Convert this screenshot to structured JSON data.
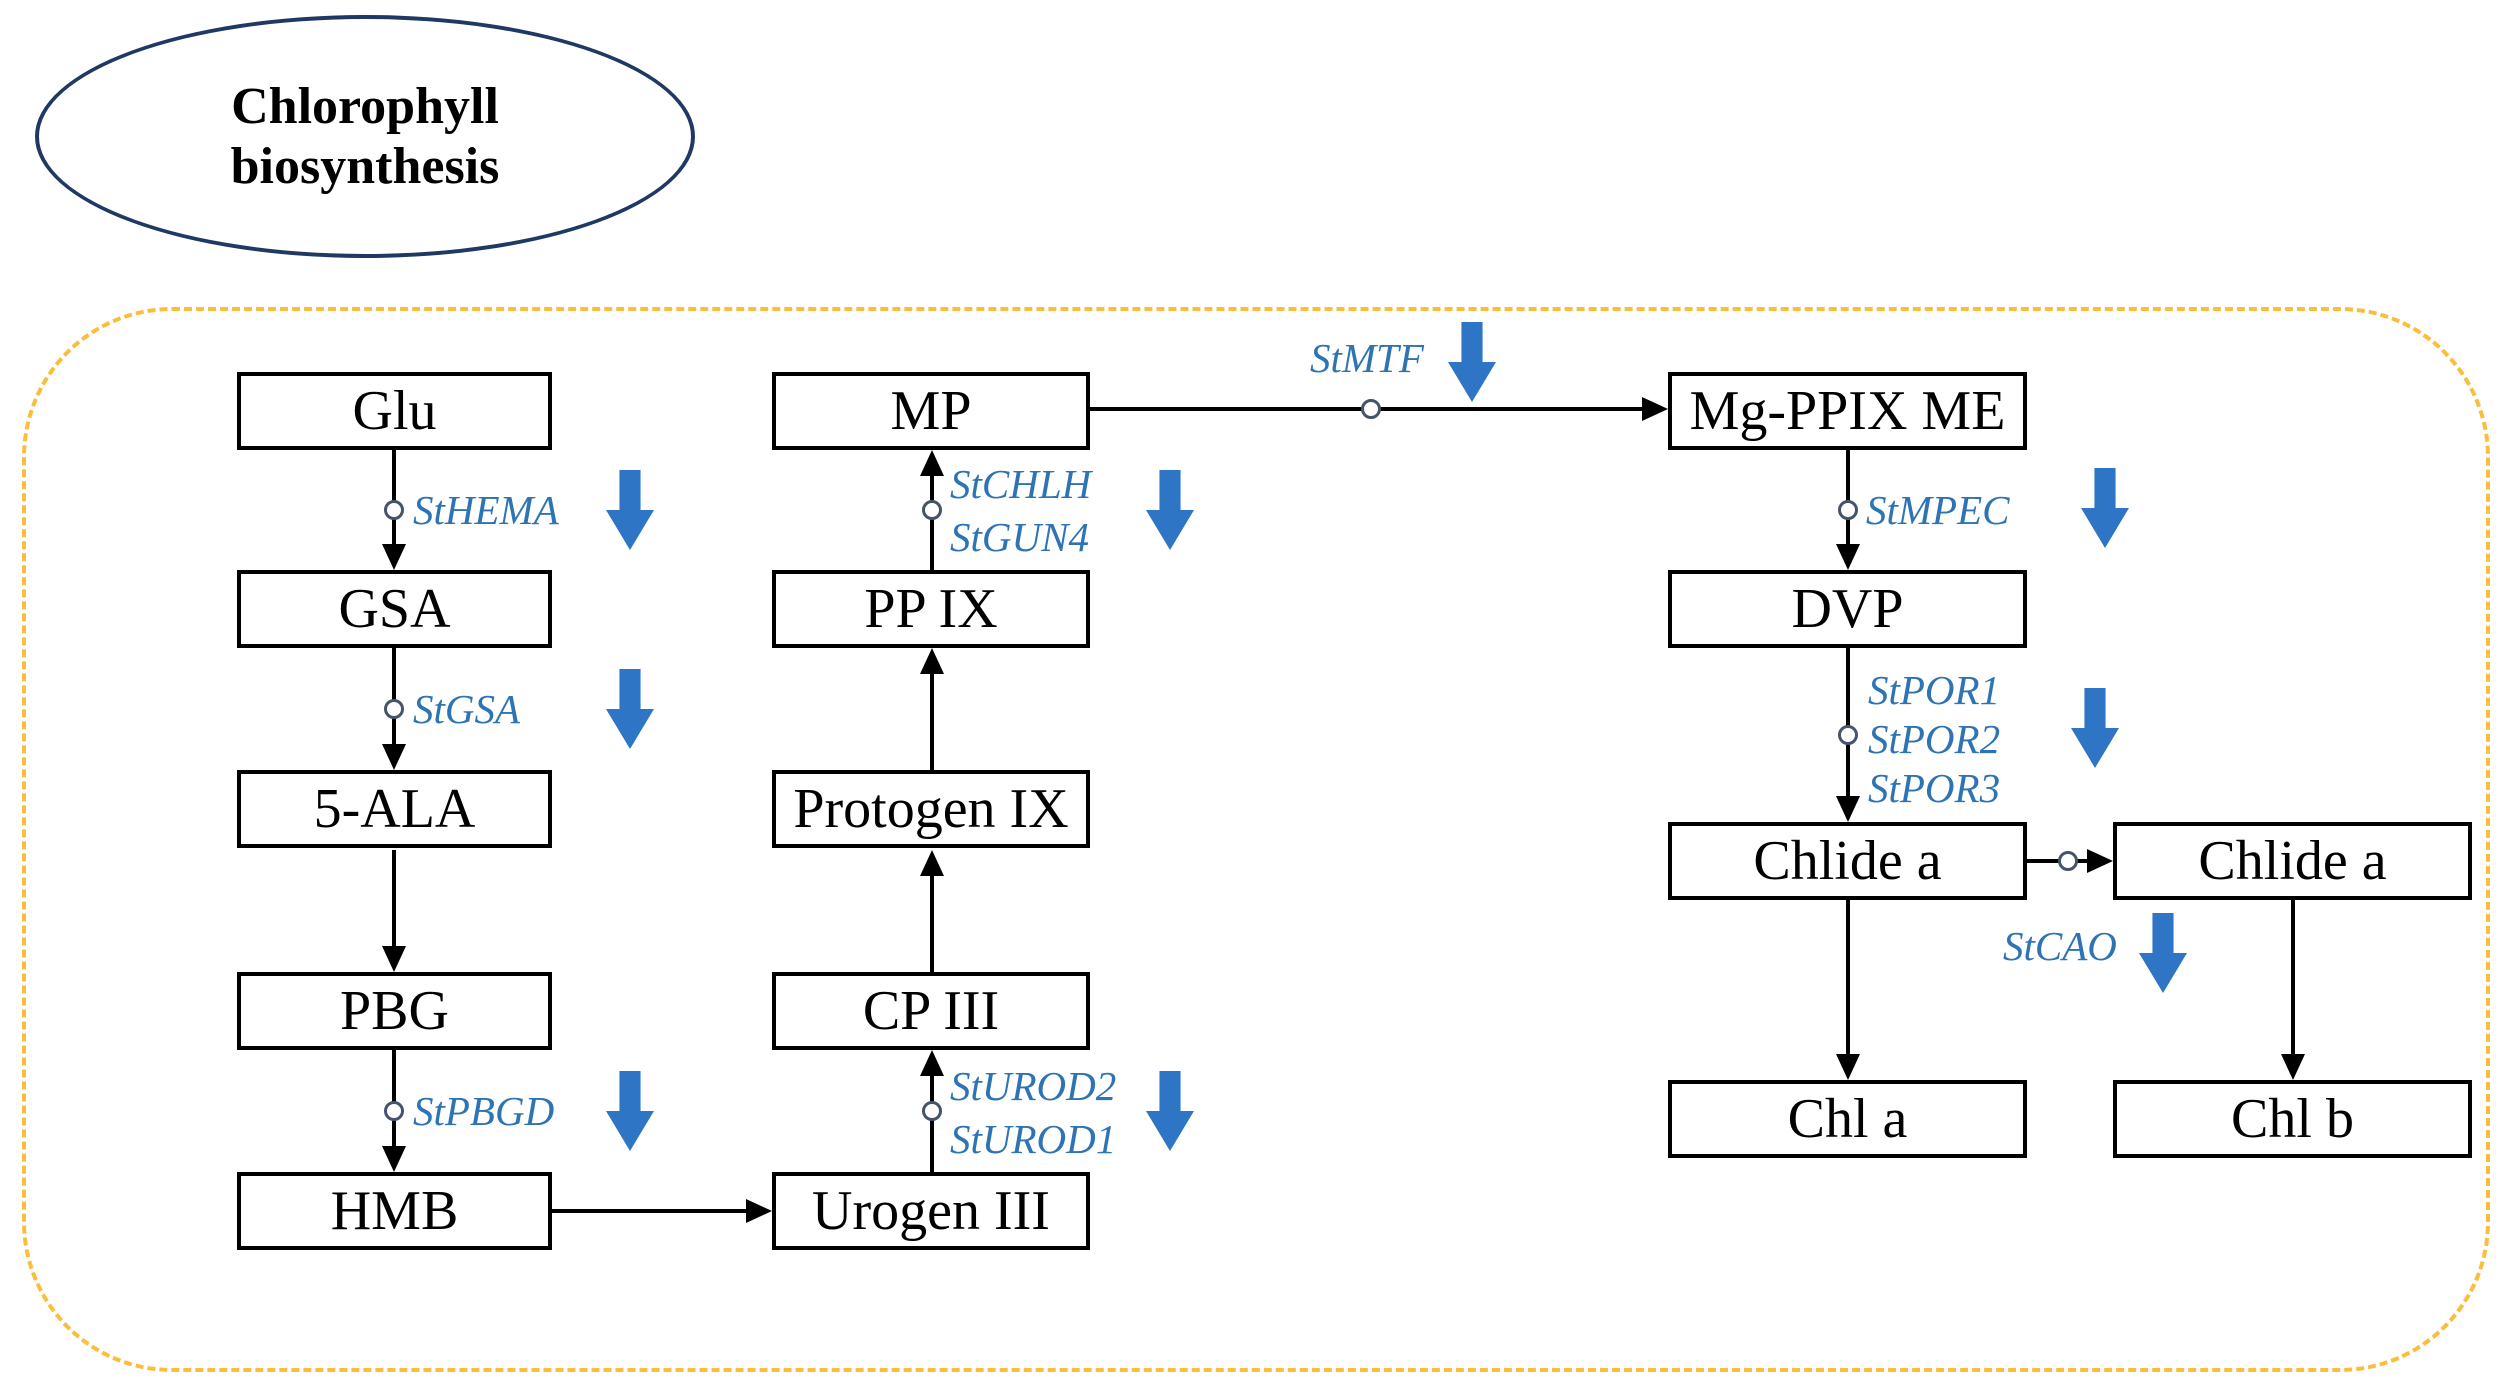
{
  "figure": {
    "title_line1": "Chlorophyll",
    "title_line2": "biosynthesis"
  },
  "nodes": {
    "glu": "Glu",
    "gsa": "GSA",
    "ala5": "5-ALA",
    "pbg": "PBG",
    "hmb": "HMB",
    "mp": "MP",
    "ppix": "PP IX",
    "protogen_ix": "Protogen IX",
    "cp_iii": "CP III",
    "urogen_iii": "Urogen III",
    "mg_ppix_me": "Mg-PPIX ME",
    "dvp": "DVP",
    "chlide_a_1": "Chlide a",
    "chl_a": "Chl a",
    "chlide_a_2": "Chlide a",
    "chl_b": "Chl b"
  },
  "genes": {
    "hema": "StHEMA",
    "gsa": "StGSA",
    "pbgd": "StPBGD",
    "chlh": "StCHLH",
    "gun4": "StGUN4",
    "urod2": "StUROD2",
    "urod1": "StUROD1",
    "mtf": "StMTF",
    "mpec": "StMPEC",
    "por1": "StPOR1",
    "por2": "StPOR2",
    "por3": "StPOR3",
    "cao": "StCAO"
  },
  "colors": {
    "gene_text": "#2E74B5",
    "down_arrow": "#2E75C6",
    "dashed_border": "#FBBE3C",
    "ellipse_border": "#1F3864",
    "node_border": "#000000",
    "junction_stroke": "#44546A"
  }
}
